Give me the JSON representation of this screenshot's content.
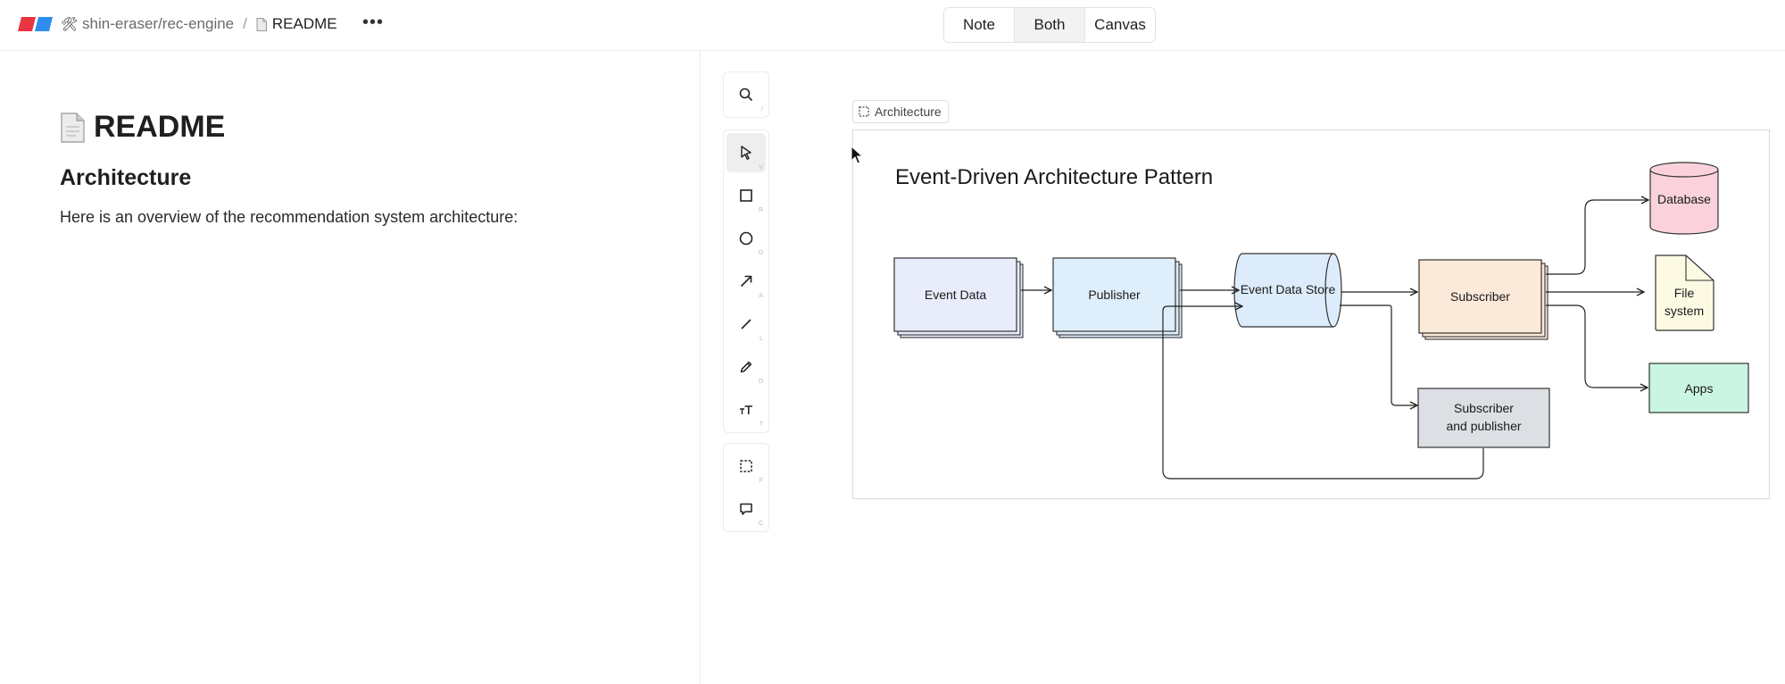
{
  "header": {
    "project_icon": "🛠",
    "project": "shin-eraser/rec-engine",
    "separator": "/",
    "doc_name": "README",
    "more": "•••",
    "modes": [
      "Note",
      "Both",
      "Canvas"
    ],
    "active_mode": "Both"
  },
  "doc": {
    "title": "README",
    "heading": "Architecture",
    "paragraph": "Here is an overview of the recommendation system architecture:"
  },
  "toolbar": {
    "keys": {
      "search": "/",
      "select": "V",
      "rectangle": "R",
      "ellipse": "O",
      "arrow": "A",
      "line": "L",
      "pencil": "D",
      "text": "T",
      "frame": "F",
      "comment": "C"
    }
  },
  "canvas": {
    "frame_label": "Architecture",
    "diagram": {
      "title": "Event-Driven Architecture Pattern",
      "nodes": {
        "event_data": "Event Data",
        "publisher": "Publisher",
        "event_data_store": "Event Data Store",
        "subscriber": "Subscriber",
        "sub_pub_line1": "Subscriber",
        "sub_pub_line2": "and publisher",
        "database": "Database",
        "file_line1": "File",
        "file_line2": "system",
        "apps": "Apps"
      },
      "colors": {
        "event_data": "#e8ecfb",
        "publisher": "#dfeefb",
        "event_data_store": "#ddecfa",
        "subscriber": "#fbe9d9",
        "subscriber_publisher": "#dcdfe3",
        "database": "#fbd2dc",
        "file_system": "#fdfae3",
        "apps": "#c9f5e2"
      }
    }
  }
}
